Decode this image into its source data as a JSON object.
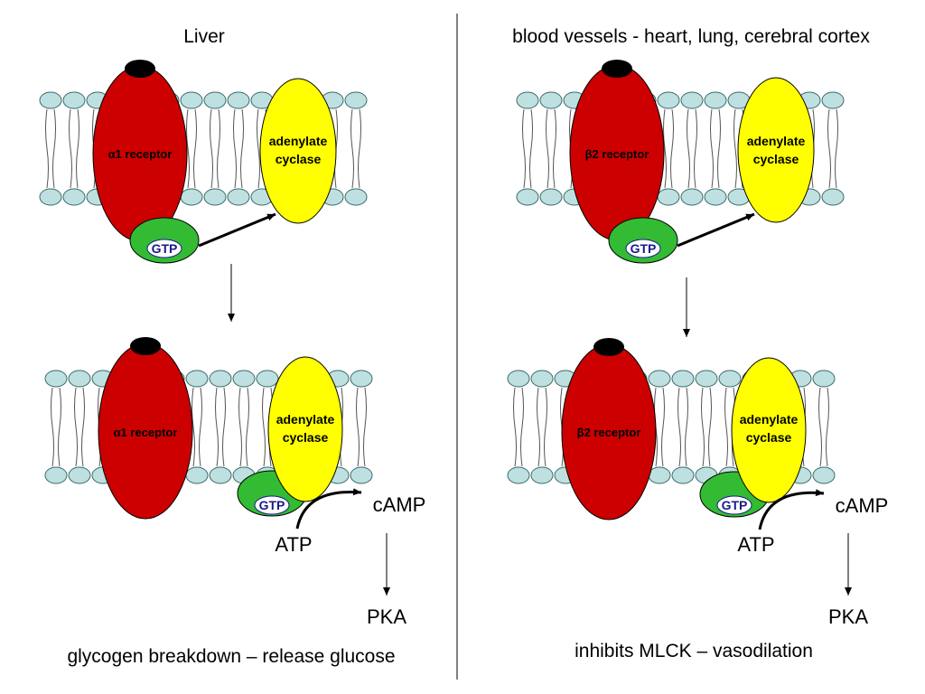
{
  "left_panel": {
    "title": "Liver",
    "receptor_label": "α1 receptor",
    "enzyme_label_line1": "adenylate",
    "enzyme_label_line2": "cyclase",
    "gprotein_label": "GTP",
    "substrate": "ATP",
    "product": "cAMP",
    "kinase": "PKA",
    "outcome": "glycogen breakdown – release glucose"
  },
  "right_panel": {
    "title": "blood vessels - heart, lung, cerebral cortex",
    "receptor_label": "β2 receptor",
    "enzyme_label_line1": "adenylate",
    "enzyme_label_line2": "cyclase",
    "gprotein_label": "GTP",
    "substrate": "ATP",
    "product": "cAMP",
    "kinase": "PKA",
    "outcome": "inhibits MLCK – vasodilation"
  },
  "colors": {
    "receptor": "#cc0000",
    "enzyme": "#ffff00",
    "gprotein": "#33bb33",
    "lipid_head": "#bfe0e0",
    "ligand": "#000000"
  }
}
